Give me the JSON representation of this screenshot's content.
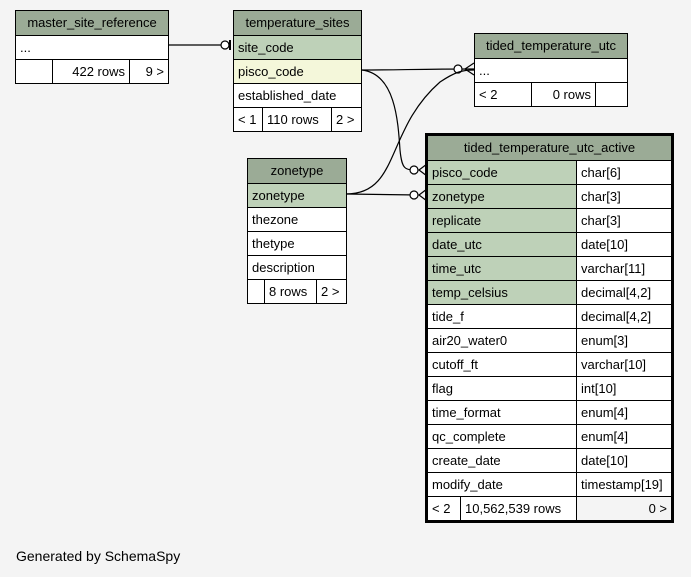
{
  "footer": "Generated by SchemaSpy",
  "tables": {
    "master_site_reference": {
      "name": "master_site_reference",
      "ellipsis": "...",
      "rows": "422 rows",
      "children": "9 >"
    },
    "temperature_sites": {
      "name": "temperature_sites",
      "columns": [
        "site_code",
        "pisco_code",
        "established_date"
      ],
      "parents": "< 1",
      "rows": "110 rows",
      "children": "2 >"
    },
    "tided_temperature_utc": {
      "name": "tided_temperature_utc",
      "ellipsis": "...",
      "parents": "< 2",
      "rows": "0 rows"
    },
    "zonetype": {
      "name": "zonetype",
      "columns": [
        "zonetype",
        "thezone",
        "thetype",
        "description"
      ],
      "rows": "8 rows",
      "children": "2 >"
    },
    "tided_temperature_utc_active": {
      "name": "tided_temperature_utc_active",
      "columns": [
        {
          "name": "pisco_code",
          "type": "char[6]"
        },
        {
          "name": "zonetype",
          "type": "char[3]"
        },
        {
          "name": "replicate",
          "type": "char[3]"
        },
        {
          "name": "date_utc",
          "type": "date[10]"
        },
        {
          "name": "time_utc",
          "type": "varchar[11]"
        },
        {
          "name": "temp_celsius",
          "type": "decimal[4,2]"
        },
        {
          "name": "tide_f",
          "type": "decimal[4,2]"
        },
        {
          "name": "air20_water0",
          "type": "enum[3]"
        },
        {
          "name": "cutoff_ft",
          "type": "varchar[10]"
        },
        {
          "name": "flag",
          "type": "int[10]"
        },
        {
          "name": "time_format",
          "type": "enum[4]"
        },
        {
          "name": "qc_complete",
          "type": "enum[4]"
        },
        {
          "name": "create_date",
          "type": "date[10]"
        },
        {
          "name": "modify_date",
          "type": "timestamp[19]"
        }
      ],
      "parents": "< 2",
      "rows": "10,562,539 rows",
      "children": "0 >"
    }
  },
  "colors": {
    "header": "#9bab96",
    "primary_key": "#bed1b8",
    "foreign_key": "#f4f7da",
    "background": "#f4f4f4"
  }
}
